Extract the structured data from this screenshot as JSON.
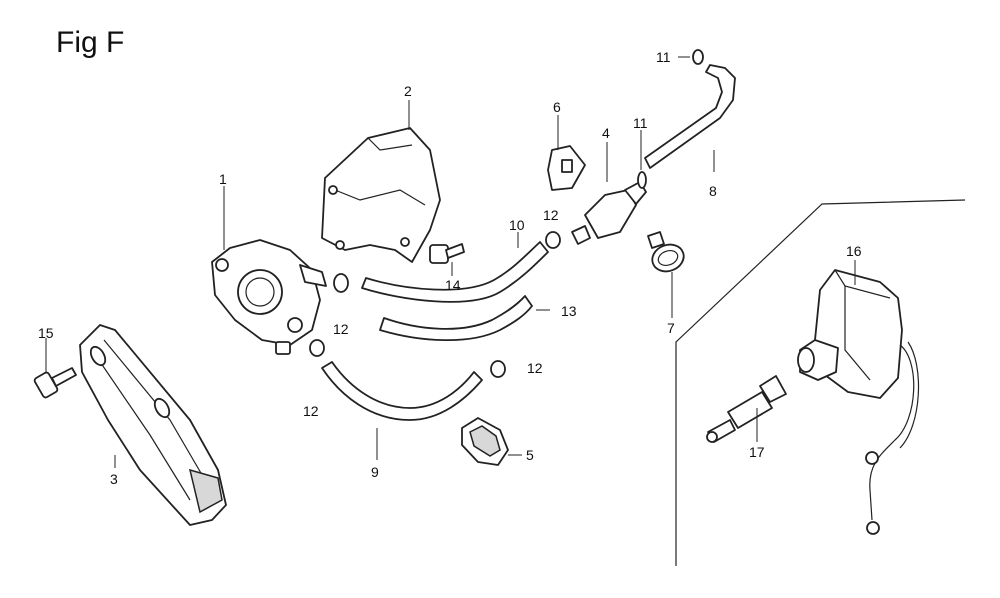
{
  "figure": {
    "title": "Fig F"
  },
  "callouts": [
    {
      "id": "c1",
      "label": "1"
    },
    {
      "id": "c2",
      "label": "2"
    },
    {
      "id": "c3",
      "label": "3"
    },
    {
      "id": "c4",
      "label": "4"
    },
    {
      "id": "c5",
      "label": "5"
    },
    {
      "id": "c6",
      "label": "6"
    },
    {
      "id": "c7",
      "label": "7"
    },
    {
      "id": "c8",
      "label": "8"
    },
    {
      "id": "c9",
      "label": "9"
    },
    {
      "id": "c10",
      "label": "10"
    },
    {
      "id": "c11a",
      "label": "11"
    },
    {
      "id": "c11b",
      "label": "11"
    },
    {
      "id": "c12a",
      "label": "12"
    },
    {
      "id": "c12b",
      "label": "12"
    },
    {
      "id": "c12c",
      "label": "12"
    },
    {
      "id": "c12d",
      "label": "12"
    },
    {
      "id": "c13",
      "label": "13"
    },
    {
      "id": "c14",
      "label": "14"
    },
    {
      "id": "c15",
      "label": "15"
    },
    {
      "id": "c16",
      "label": "16"
    },
    {
      "id": "c17",
      "label": "17"
    }
  ]
}
